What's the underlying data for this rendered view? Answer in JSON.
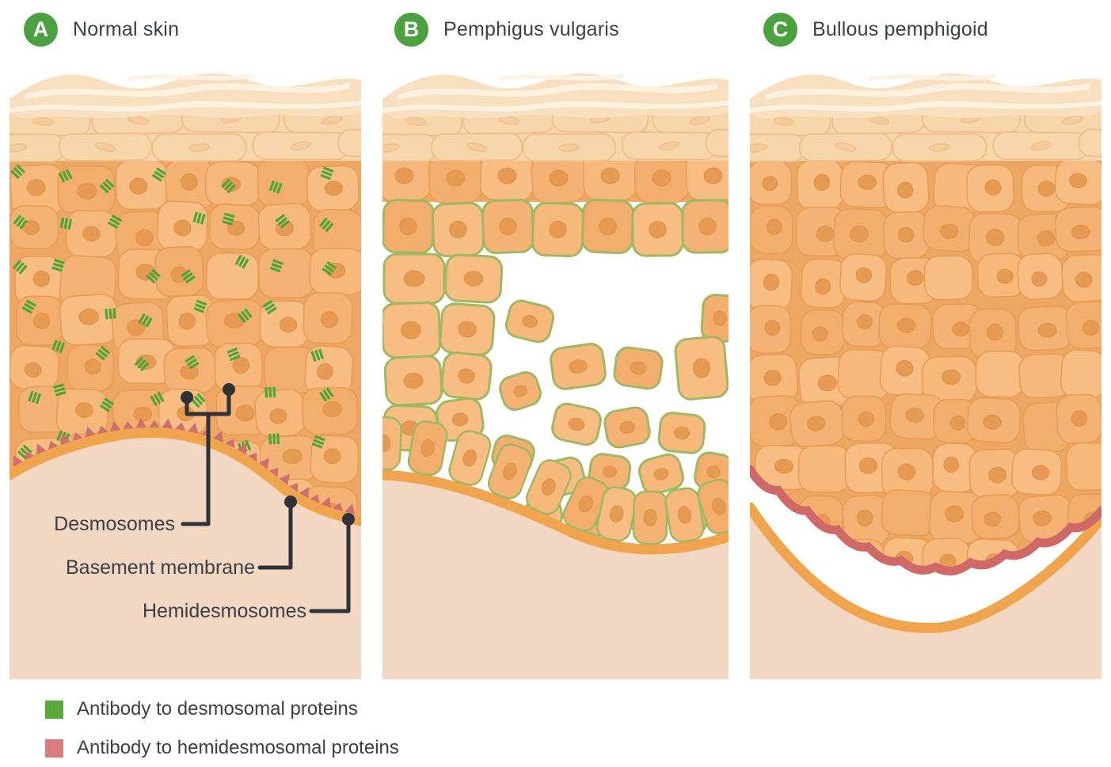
{
  "figure": {
    "panels": [
      {
        "badge": "A",
        "title": "Normal skin"
      },
      {
        "badge": "B",
        "title": "Pemphigus vulgaris"
      },
      {
        "badge": "C",
        "title": "Bullous pemphigoid"
      }
    ],
    "panel_a_labels": {
      "desmosomes": "Desmosomes",
      "basement_membrane": "Basement membrane",
      "hemidesmosomes": "Hemidesmosomes"
    },
    "legend": {
      "items": [
        {
          "color": "#5aa93c",
          "label": "Antibody to desmosomal proteins"
        },
        {
          "color": "#d87c7c",
          "label": "Antibody to hemidesmosomal proteins"
        }
      ]
    }
  },
  "colors": {
    "badge_green": "#4ba13f",
    "title_text": "#3b4046",
    "leader_line": "#2f3337",
    "cell_base": "#eea663",
    "cell_fills": [
      "#f6b87b",
      "#f3ad6c",
      "#f7bd82",
      "#f4b274"
    ],
    "cell_stroke": "#e89b55",
    "nucleus_fill": "#e79a52",
    "nucleus_stroke": "#dd8f49",
    "corneum_fill": "#f8dfc0",
    "corneum_highlight": "#fdf1e1",
    "squamous_fill": "#f8d6ac",
    "squamous_stroke": "#efbf8c",
    "squamous_nucleus": "#f5cb9b",
    "membrane_orange": "#f0a44e",
    "tooth_pink": "#cf6e6e",
    "dermis_fill": "#f2d7c3",
    "antibody_green": "#4aa637",
    "pv_cell_stroke": "#9fb863",
    "bp_rim_red": "#d06868"
  }
}
